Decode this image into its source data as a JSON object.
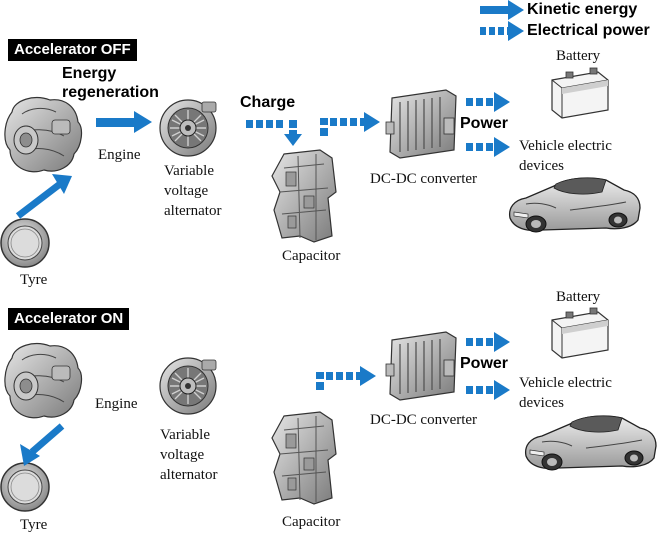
{
  "legend": {
    "kinetic": "Kinetic energy",
    "electrical": "Electrical power"
  },
  "top": {
    "title": "Accelerator OFF",
    "energy_regen_line1": "Energy",
    "energy_regen_line2": "regeneration",
    "engine": "Engine",
    "tyre": "Tyre",
    "alternator_line1": "Variable",
    "alternator_line2": "voltage",
    "alternator_line3": "alternator",
    "charge": "Charge",
    "capacitor": "Capacitor",
    "converter": "DC-DC converter",
    "power": "Power",
    "battery": "Battery",
    "devices_line1": "Vehicle electric",
    "devices_line2": "devices"
  },
  "bottom": {
    "title": "Accelerator ON",
    "engine": "Engine",
    "tyre": "Tyre",
    "alternator_line1": "Variable",
    "alternator_line2": "voltage",
    "alternator_line3": "alternator",
    "capacitor": "Capacitor",
    "converter": "DC-DC converter",
    "power": "Power",
    "battery": "Battery",
    "devices_line1": "Vehicle electric",
    "devices_line2": "devices"
  },
  "colors": {
    "arrow": "#1a7ac8",
    "text": "#111111",
    "tag_bg": "#000000"
  },
  "icons": [
    "engine-icon",
    "tyre-icon",
    "alternator-icon",
    "capacitor-icon",
    "dc-dc-converter-icon",
    "battery-icon",
    "car-icon"
  ]
}
